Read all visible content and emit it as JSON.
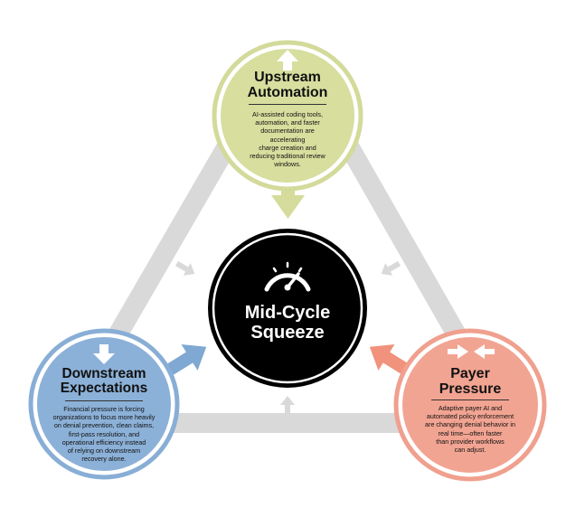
{
  "center": {
    "title_line1": "Mid-Cycle",
    "title_line2": "Squeeze",
    "icon": "speedometer-icon"
  },
  "upstream": {
    "title_line1": "Upstream",
    "title_line2": "Automation",
    "icon": "arrow-up-icon",
    "body_lines": [
      "AI-assisted coding tools,",
      "automation, and faster",
      "documentation are accelerating",
      "charge creation and",
      "reducing traditional review",
      "windows."
    ]
  },
  "downstream": {
    "title_line1": "Downstream",
    "title_line2": "Expectations",
    "icon": "arrow-down-icon",
    "body_lines": [
      "Financial pressure is forcing",
      "organizations to focus more heavily",
      "on denial prevention, clean claims,",
      "first-pass resolution, and",
      "operational efficiency instead",
      "of relying on downstream",
      "recovery alone."
    ]
  },
  "payer": {
    "title_line1": "Payer",
    "title_line2": "Pressure",
    "icon": "arrows-inward-icon",
    "body_lines": [
      "Adaptive payer AI and",
      "automated policy enforcement",
      "are changing denial behavior in",
      "real time—often faster",
      "than provider workflows",
      "can adjust."
    ]
  },
  "colors": {
    "upstream_fill": "#D7DE9E",
    "upstream_ring": "#D3DA9A",
    "downstream_fill": "#8CB1D8",
    "downstream_ring": "#88AED6",
    "payer_fill": "#F2A492",
    "payer_ring": "#F0A08E",
    "center_fill": "#000000",
    "connector_gray": "#D9D9D9"
  }
}
